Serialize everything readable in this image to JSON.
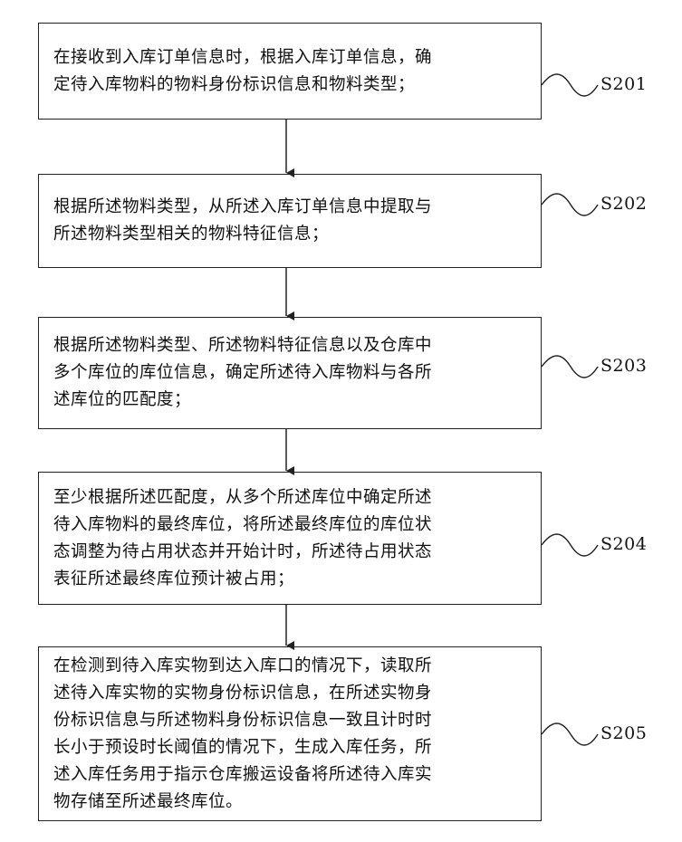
{
  "steps": [
    {
      "id": "S201",
      "text": "在接收到入库订单信息时，根据入库订单信息，确\n定待入库物料的物料身份标识信息和物料类型；"
    },
    {
      "id": "S202",
      "text": "根据所述物料类型，从所述入库订单信息中提取与\n所述物料类型相关的物料特征信息；"
    },
    {
      "id": "S203",
      "text": "根据所述物料类型、所述物料特征信息以及仓库中\n多个库位的库位信息，确定所述待入库物料与各所\n述库位的匹配度；"
    },
    {
      "id": "S204",
      "text": "至少根据所述匹配度，从多个所述库位中确定所述\n待入库物料的最终库位，将所述最终库位的库位状\n态调整为待占用状态并开始计时，所述待占用状态\n表征所述最终库位预计被占用；"
    },
    {
      "id": "S205",
      "text": "在检测到待入库实物到达入库口的情况下，读取所\n述待入库实物的实物身份标识信息，在所述实物身\n份标识信息与所述物料身份标识信息一致且计时时\n长小于预设时长阈值的情况下，生成入库任务，所\n述入库任务用于指示仓库搬运设备将所述待入库实\n物存储至所述最终库位。"
    }
  ]
}
